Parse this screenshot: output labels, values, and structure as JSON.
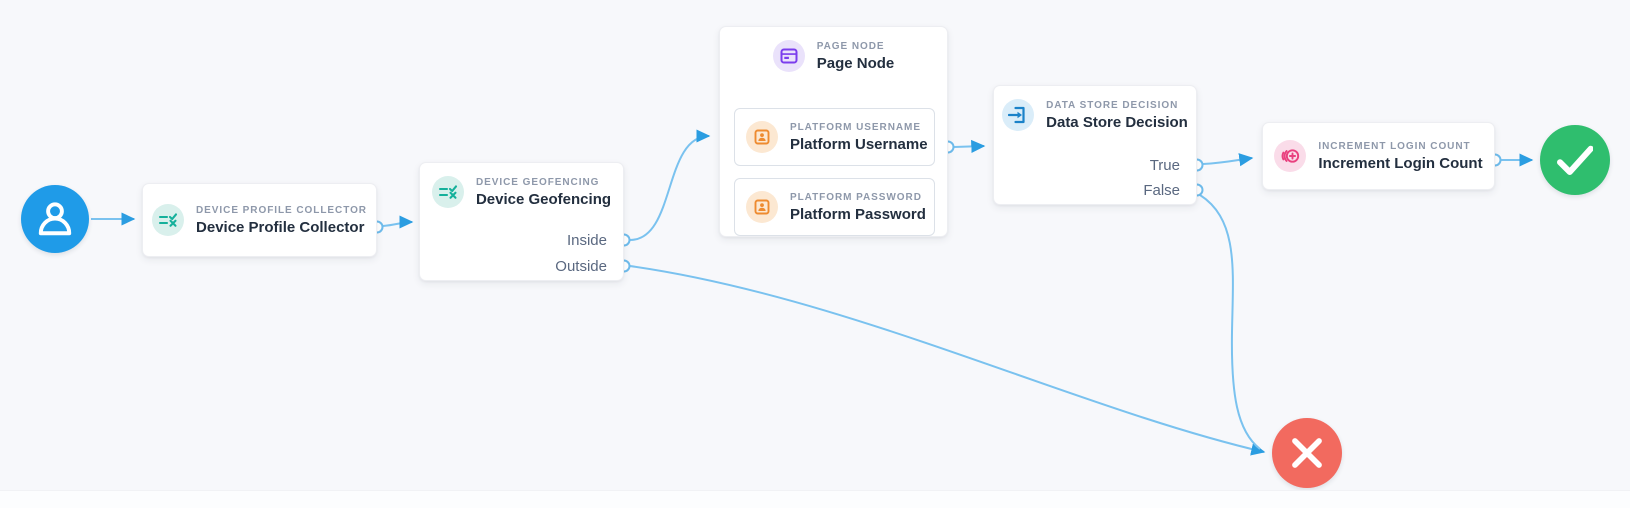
{
  "canvas": {
    "background_color": "#f7f8fb",
    "edge_color": "#7ac2ef",
    "arrow_color": "#2b9de1",
    "port_border_color": "#6fbcec"
  },
  "nodes": {
    "start": {
      "icon": "user-icon",
      "color": "#1f9be8"
    },
    "device_profile_collector": {
      "category": "DEVICE PROFILE COLLECTOR",
      "label": "Device Profile Collector",
      "icon": "checklist-icon",
      "icon_bg": "#d9f0ec",
      "icon_color": "#15b09b"
    },
    "device_geofencing": {
      "category": "DEVICE GEOFENCING",
      "label": "Device Geofencing",
      "icon": "checklist-icon",
      "icon_bg": "#d9f0ec",
      "icon_color": "#15b09b",
      "outputs": [
        "Inside",
        "Outside"
      ]
    },
    "page_node": {
      "category": "PAGE NODE",
      "label": "Page Node",
      "icon": "page-icon",
      "icon_bg": "#eae2fb",
      "icon_color": "#7b3ced",
      "children": [
        {
          "category": "PLATFORM USERNAME",
          "label": "Platform Username",
          "icon": "id-card-icon",
          "icon_bg": "#fce8d2",
          "icon_color": "#ee8b30"
        },
        {
          "category": "PLATFORM PASSWORD",
          "label": "Platform Password",
          "icon": "id-card-icon",
          "icon_bg": "#fce8d2",
          "icon_color": "#ee8b30"
        }
      ]
    },
    "data_store_decision": {
      "category": "DATA STORE DECISION",
      "label": "Data Store Decision",
      "icon": "login-icon",
      "icon_bg": "#daedf9",
      "icon_color": "#1a82c9",
      "outputs": [
        "True",
        "False"
      ]
    },
    "increment_login_count": {
      "category": "INCREMENT LOGIN COUNT",
      "label": "Increment Login Count",
      "icon": "counter-icon",
      "icon_bg": "#fadce9",
      "icon_color": "#e9407f"
    },
    "success": {
      "icon": "check-icon",
      "color": "#2fbe6e"
    },
    "failure": {
      "icon": "close-icon",
      "color": "#f26a5f"
    }
  },
  "edges": [
    "start to device-profile-collector",
    "device-profile-collector to device-geofencing",
    "inside to page-node",
    "page-node to data-store-decision",
    "true to increment-login-count",
    "increment-login-count to success",
    "outside to failure",
    "false to failure"
  ]
}
